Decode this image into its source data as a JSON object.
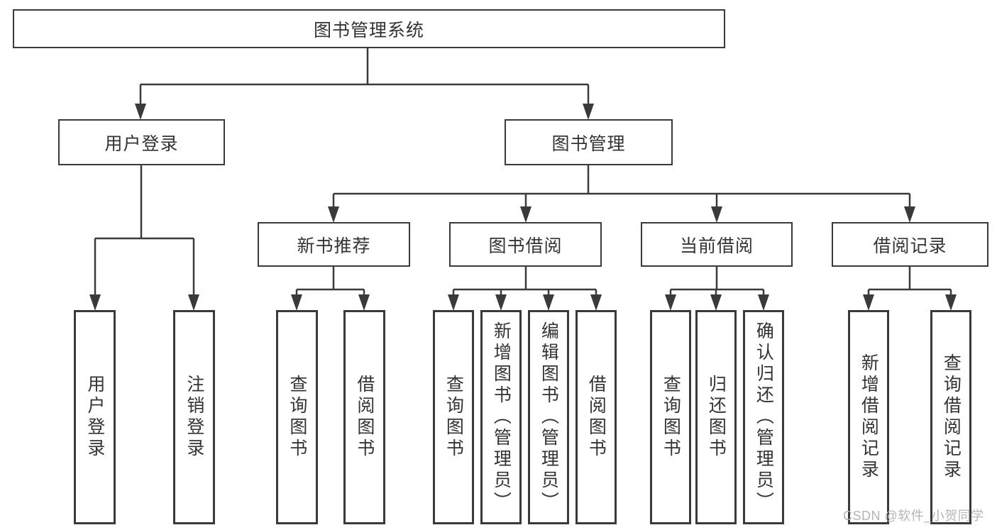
{
  "diagram": {
    "root": {
      "label": "图书管理系统"
    },
    "level2": [
      {
        "label": "用户登录"
      },
      {
        "label": "图书管理"
      }
    ],
    "level3": [
      {
        "label": "新书推荐"
      },
      {
        "label": "图书借阅"
      },
      {
        "label": "当前借阅"
      },
      {
        "label": "借阅记录"
      }
    ],
    "leaves": {
      "user_login": [
        {
          "label": "用户登录"
        },
        {
          "label": "注销登录"
        }
      ],
      "new_book_rec": [
        {
          "label": "查询图书"
        },
        {
          "label": "借阅图书"
        }
      ],
      "book_borrow": [
        {
          "label": "查询图书"
        },
        {
          "label": "新增图书（管理员）"
        },
        {
          "label": "编辑图书（管理员）"
        },
        {
          "label": "借阅图书"
        }
      ],
      "current_borrow": [
        {
          "label": "查询图书"
        },
        {
          "label": "归还图书"
        },
        {
          "label": "确认归还（管理员）"
        }
      ],
      "borrow_records": [
        {
          "label": "新增借阅记录"
        },
        {
          "label": "查询借阅记录"
        }
      ]
    }
  },
  "watermark": {
    "text": "CSDN @软件_小贺同学"
  },
  "colors": {
    "line": "#3a3a3a",
    "box_border": "#3a3a3a",
    "text": "#333333",
    "watermark": "#b5b5b5",
    "background": "#ffffff"
  }
}
